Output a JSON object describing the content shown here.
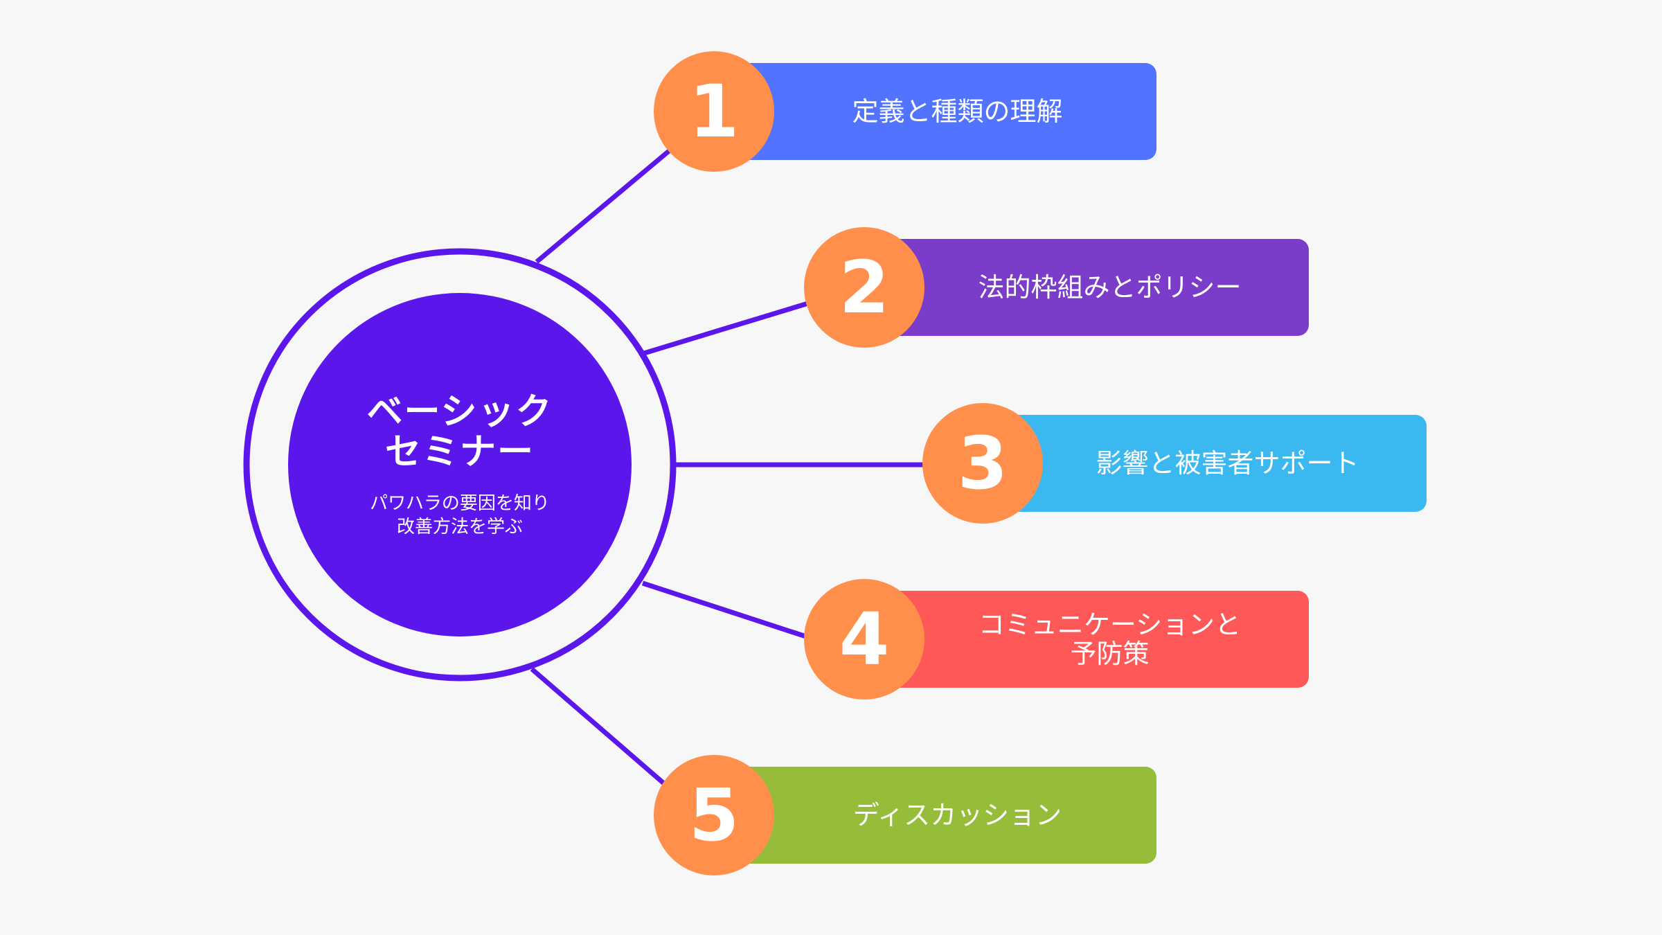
{
  "center": {
    "title": "ベーシック\nセミナー",
    "subtitle": "パワハラの要因を知り\n改善方法を学ぶ"
  },
  "colors": {
    "background": "#f7f7f7",
    "center_fill": "#5b16ec",
    "center_ring": "#5b16ec",
    "connector": "#5b16ec",
    "badge": "#ff8f4a"
  },
  "items": [
    {
      "number": "1",
      "label": "定義と種類の理解",
      "color": "#5173ff"
    },
    {
      "number": "2",
      "label": "法的枠組みとポリシー",
      "color": "#7a3cc9"
    },
    {
      "number": "3",
      "label": "影響と被害者サポート",
      "color": "#3ab8ef"
    },
    {
      "number": "4",
      "label": "コミュニケーションと\n予防策",
      "color": "#ff5859"
    },
    {
      "number": "5",
      "label": "ディスカッション",
      "color": "#95bd3a"
    }
  ]
}
